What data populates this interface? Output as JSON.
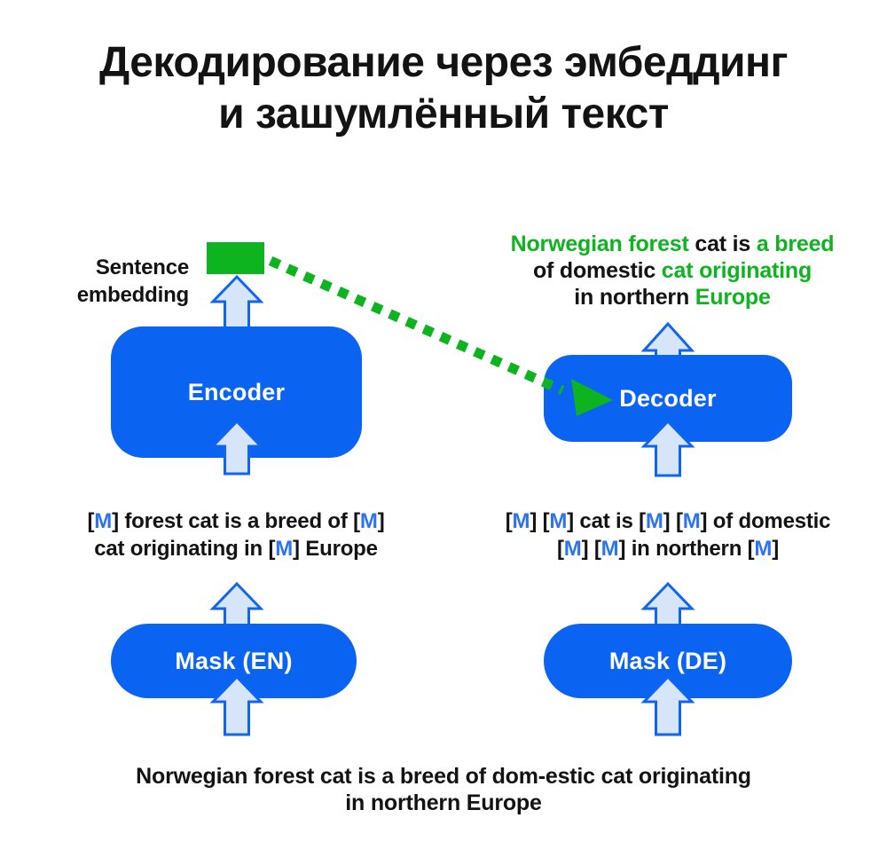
{
  "title": {
    "line1": "Декодирование через эмбеддинг",
    "line2": "и зашумлённый текст"
  },
  "colors": {
    "box_blue": "#0b63f1",
    "arrow_fill": "#d7e5fb",
    "arrow_stroke": "#1065f0",
    "green": "#0eb320",
    "mask_blue": "#2b73f0",
    "text_black": "#131313",
    "box_label_white": "#ffffff"
  },
  "icons": {
    "up_arrow": "light-blue block arrow pointing up",
    "embedding_chip": "solid green rectangle",
    "connector": "green dashed diagonal arrow"
  },
  "embedding_label": {
    "line1": "Sentence",
    "line2": "embedding"
  },
  "encoder": {
    "label": "Encoder"
  },
  "decoder": {
    "label": "Decoder"
  },
  "mask_en": {
    "label": "Mask (EN)"
  },
  "mask_de": {
    "label": "Mask (DE)"
  },
  "decoded_output": {
    "line1": [
      {
        "t": "Norwegian forest ",
        "c": "g"
      },
      {
        "t": "cat is ",
        "c": "k"
      },
      {
        "t": "a breed",
        "c": "g"
      }
    ],
    "line2": [
      {
        "t": "of domestic ",
        "c": "k"
      },
      {
        "t": "cat originating",
        "c": "g"
      }
    ],
    "line3": [
      {
        "t": "in northern ",
        "c": "k"
      },
      {
        "t": "Europe",
        "c": "g"
      }
    ]
  },
  "masked_en_text": {
    "line1": [
      {
        "t": "[",
        "c": "k"
      },
      {
        "t": "M",
        "c": "b"
      },
      {
        "t": "]",
        "c": "k"
      },
      {
        "t": " forest cat is a breed of ",
        "c": "k"
      },
      {
        "t": "[",
        "c": "k"
      },
      {
        "t": "M",
        "c": "b"
      },
      {
        "t": "]",
        "c": "k"
      }
    ],
    "line2": [
      {
        "t": "cat originating in ",
        "c": "k"
      },
      {
        "t": "[",
        "c": "k"
      },
      {
        "t": "M",
        "c": "b"
      },
      {
        "t": "]",
        "c": "k"
      },
      {
        "t": " Europe",
        "c": "k"
      }
    ]
  },
  "masked_de_text": {
    "line1": [
      {
        "t": "[",
        "c": "k"
      },
      {
        "t": "M",
        "c": "b"
      },
      {
        "t": "] ",
        "c": "k"
      },
      {
        "t": "[",
        "c": "k"
      },
      {
        "t": "M",
        "c": "b"
      },
      {
        "t": "] cat is ",
        "c": "k"
      },
      {
        "t": "[",
        "c": "k"
      },
      {
        "t": "M",
        "c": "b"
      },
      {
        "t": "] ",
        "c": "k"
      },
      {
        "t": "[",
        "c": "k"
      },
      {
        "t": "M",
        "c": "b"
      },
      {
        "t": "] of domestic",
        "c": "k"
      }
    ],
    "line2": [
      {
        "t": "[",
        "c": "k"
      },
      {
        "t": "M",
        "c": "b"
      },
      {
        "t": "] ",
        "c": "k"
      },
      {
        "t": "[",
        "c": "k"
      },
      {
        "t": "M",
        "c": "b"
      },
      {
        "t": "] in northern ",
        "c": "k"
      },
      {
        "t": "[",
        "c": "k"
      },
      {
        "t": "M",
        "c": "b"
      },
      {
        "t": "]",
        "c": "k"
      }
    ]
  },
  "source_text": {
    "line1": "Norwegian forest cat is a breed of dom-estic cat originating",
    "line2": "in northern Europe"
  }
}
